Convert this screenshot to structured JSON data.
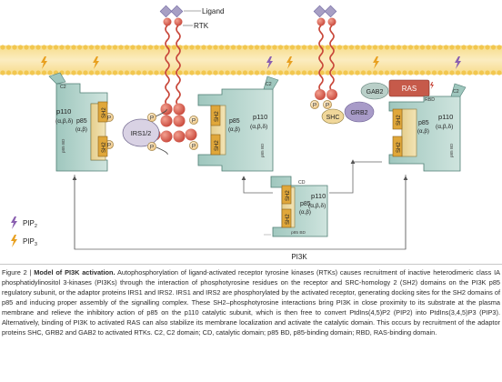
{
  "labels": {
    "ligand": "Ligand",
    "rtk": "RTK",
    "irs": "IRS1/2",
    "shc": "SHC",
    "grb2": "GRB2",
    "gab2": "GAB2",
    "ras": "RAS",
    "pi3k": "PI3K",
    "p": "P",
    "p110": "p110",
    "p110_iso": "(α,β,δ)",
    "p85": "p85",
    "p85_iso": "(α,β)",
    "sh2": "SH2",
    "c2": "C2",
    "cd": "CD",
    "rbd": "RBD",
    "p85bd": "p85 BD"
  },
  "legend": {
    "pip2": "PIP",
    "pip2_sub": "2",
    "pip3": "PIP",
    "pip3_sub": "3"
  },
  "caption": {
    "fig_num": "Figure 2 |",
    "title": "Model of PI3K activation.",
    "body": "Autophosphorylation of ligand-activated receptor tyrosine kinases (RTKs) causes recruitment of inactive heterodimeric class IA phosphatidylinositol 3-kinases (PI3Ks) through the interaction of phosphotyrosine residues on the receptor and SRC-homology 2 (SH2) domains on the PI3K p85 regulatory subunit, or the adaptor proteins IRS1 and IRS2. IRS1 and IRS2 are phosphorylated by the activated receptor, generating docking sites for the SH2 domains of p85 and inducing proper assembly of the signalling complex. These SH2–phosphotyrosine interactions bring PI3K in close proximity to its substrate at the plasma membrane and relieve the inhibitory action of p85 on the p110 catalytic subunit, which is then free to convert PtdIns(4,5)P2 (PIP2) into PtdIns(3,4,5)P3 (PIP3). Alternatively, binding of PI3K to activated RAS can also stabilize its membrane localization and activate the catalytic domain. This occurs by recruitment of the adaptor proteins SHC, GRB2 and GAB2 to activated RTKs. C2, C2 domain; CD, catalytic domain; p85 BD, p85-binding domain; RBD, RAS-binding domain."
  },
  "colors": {
    "membrane": "#f5d98a",
    "membrane_head": "#f2c750",
    "p110": "#b8d6cf",
    "p110_dark": "#6e9c92",
    "p85": "#e8d49a",
    "sh2": "#e0a73a",
    "receptor": "#d65a4a",
    "ligand": "#a79fc4",
    "phospho": "#f4d4a0",
    "grb2": "#a89bc8",
    "gab2": "#b9cfc8",
    "ras": "#c65a4a",
    "irs": "#d9d2e4",
    "arrow": "#555555",
    "pip2": "#8a5fb0",
    "pip3": "#e8a020"
  },
  "icons": [
    "pip2-lightning-icon",
    "pip3-lightning-icon",
    "phosphate-icon",
    "ligand-icon"
  ]
}
